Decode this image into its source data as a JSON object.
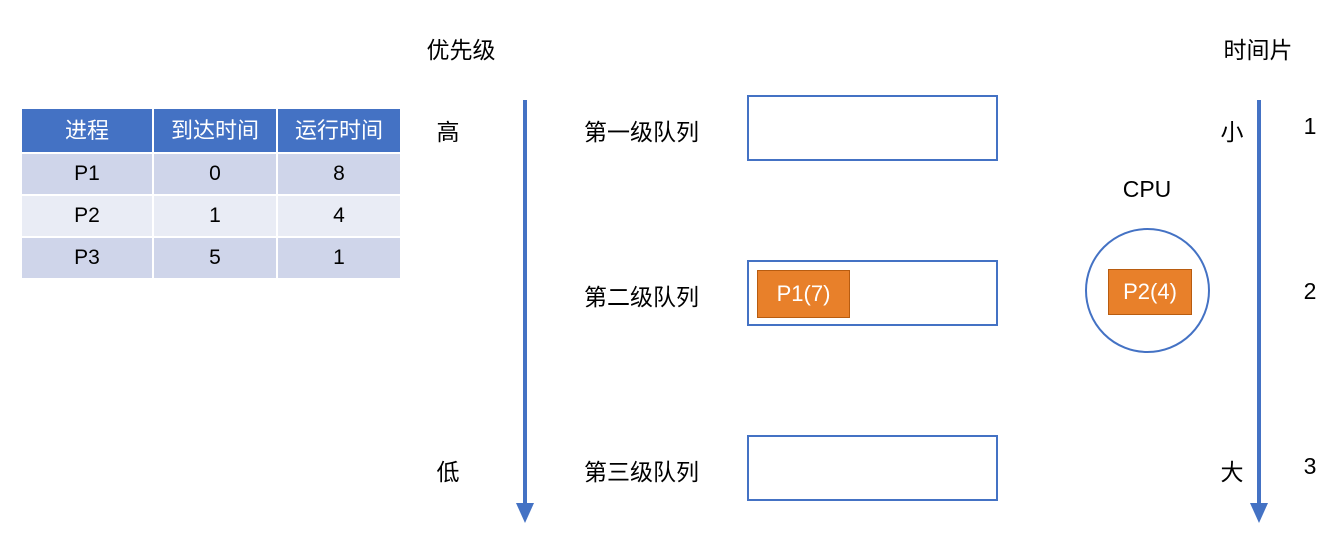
{
  "table": {
    "headers": [
      "进程",
      "到达时间",
      "运行时间"
    ],
    "rows": [
      [
        "P1",
        "0",
        "8"
      ],
      [
        "P2",
        "1",
        "4"
      ],
      [
        "P3",
        "5",
        "1"
      ]
    ]
  },
  "priority_axis": {
    "title": "优先级",
    "top_label": "高",
    "bottom_label": "低"
  },
  "timeslice_axis": {
    "title": "时间片",
    "top_label": "小",
    "bottom_label": "大",
    "values": [
      "1",
      "2",
      "3"
    ]
  },
  "queues": [
    {
      "label": "第一级队列",
      "processes": []
    },
    {
      "label": "第二级队列",
      "processes": [
        "P1(7)"
      ]
    },
    {
      "label": "第三级队列",
      "processes": []
    }
  ],
  "cpu": {
    "label": "CPU",
    "running": "P2(4)"
  },
  "colors": {
    "table_header_bg": "#4472C4",
    "table_row_odd_bg": "#CFD5EA",
    "table_row_even_bg": "#E9ECF5",
    "box_border": "#4472C4",
    "arrow": "#4472C4",
    "process_block": "#E8802A"
  }
}
